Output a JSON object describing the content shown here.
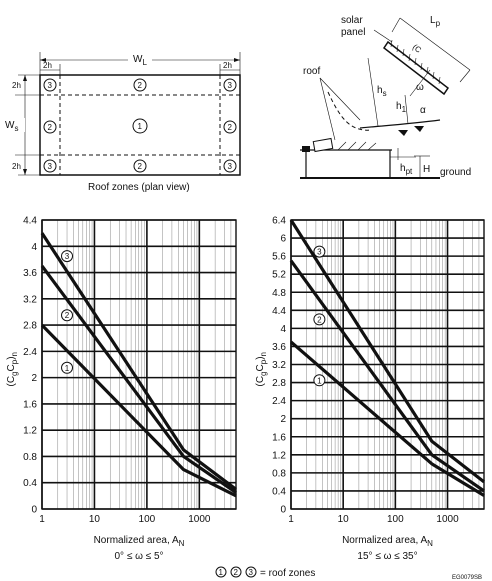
{
  "plan_view": {
    "title": "Roof zones (plan view)",
    "wl_label": "W",
    "wl_sub": "L",
    "ws_label": "W",
    "ws_sub": "s",
    "edge_2h": "2h",
    "zones": [
      "1",
      "2",
      "3"
    ]
  },
  "side_view": {
    "solar_panel": "solar\npanel",
    "roof": "roof",
    "ground": "ground",
    "lp": "L",
    "lp_sub": "p",
    "cgcp": "(C",
    "hs": "h",
    "h1": "h",
    "alpha": "α",
    "omega": "ω",
    "hpt": "h",
    "H": "H"
  },
  "charts": {
    "x_label_main": "Normalized area, A",
    "x_label_sub": "N",
    "y_label": "(C C )",
    "x_ticks": [
      "1",
      "10",
      "100",
      "1000"
    ],
    "left_range": "0° ≤ ω ≤ 5°",
    "right_range": "15° ≤ ω ≤ 35°"
  },
  "legend": "= roof zones",
  "figure_id": "EG0079SB",
  "chart_data": [
    {
      "type": "line",
      "title": "",
      "xlabel": "Normalized area, A_N",
      "ylabel": "(C_g C_p)_n",
      "x_scale": "log",
      "xlim": [
        1,
        5000
      ],
      "ylim": [
        0,
        4.4
      ],
      "y_ticks": [
        0,
        0.4,
        0.8,
        1.2,
        1.6,
        2,
        2.4,
        2.8,
        3.2,
        3.6,
        4,
        4.4
      ],
      "grid": true,
      "caption": "0° ≤ ω ≤ 5°",
      "series": [
        {
          "name": "3",
          "x": [
            1,
            500,
            5000
          ],
          "y": [
            4.2,
            0.9,
            0.3
          ]
        },
        {
          "name": "2",
          "x": [
            1,
            500,
            5000
          ],
          "y": [
            3.7,
            0.8,
            0.25
          ]
        },
        {
          "name": "1",
          "x": [
            1,
            500,
            5000
          ],
          "y": [
            2.8,
            0.6,
            0.2
          ]
        }
      ]
    },
    {
      "type": "line",
      "title": "",
      "xlabel": "Normalized area, A_N",
      "ylabel": "(C_g C_p)_n",
      "x_scale": "log",
      "xlim": [
        1,
        5000
      ],
      "ylim": [
        0,
        6.4
      ],
      "y_ticks": [
        0,
        0.4,
        0.8,
        1.2,
        1.6,
        2,
        2.4,
        2.8,
        3.2,
        3.6,
        4,
        4.4,
        4.8,
        5.2,
        5.6,
        6,
        6.4
      ],
      "grid": true,
      "caption": "15° ≤ ω ≤ 35°",
      "series": [
        {
          "name": "3",
          "x": [
            1,
            500,
            5000
          ],
          "y": [
            6.4,
            1.5,
            0.6
          ]
        },
        {
          "name": "2",
          "x": [
            1,
            500,
            5000
          ],
          "y": [
            5.5,
            1.2,
            0.4
          ]
        },
        {
          "name": "1",
          "x": [
            1,
            500,
            5000
          ],
          "y": [
            3.7,
            1.0,
            0.3
          ]
        }
      ]
    }
  ]
}
